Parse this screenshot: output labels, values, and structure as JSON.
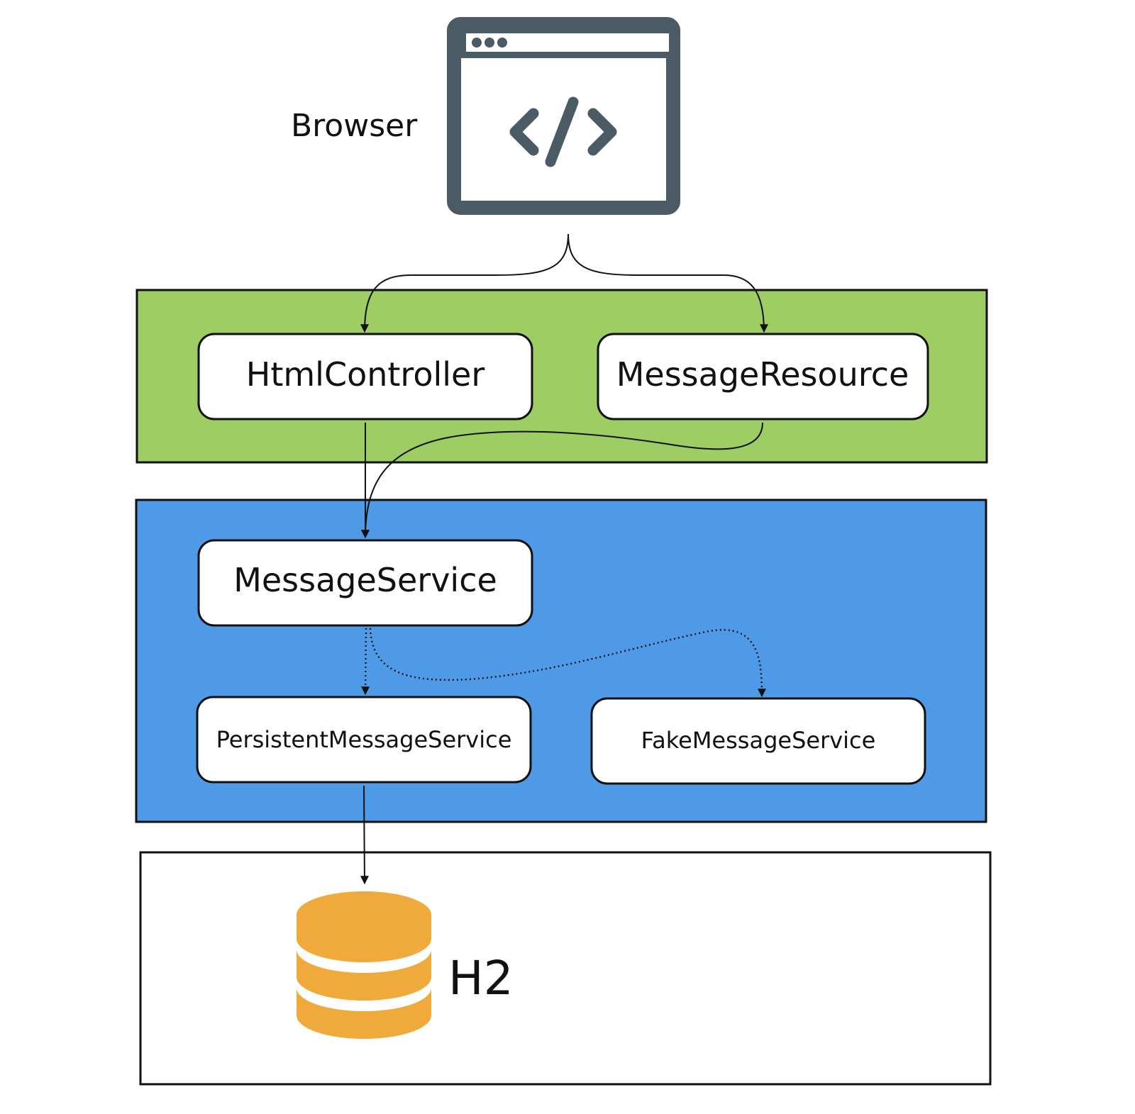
{
  "browser": {
    "label": "Browser",
    "icon": "browser-code-icon"
  },
  "layers": {
    "web": {
      "color": "#9ecd64",
      "components": {
        "html_controller": "HtmlController",
        "message_resource": "MessageResource"
      }
    },
    "service": {
      "color": "#4e9ae6",
      "components": {
        "message_service": "MessageService",
        "persistent_message_service": "PersistentMessageService",
        "fake_message_service": "FakeMessageService"
      }
    },
    "data": {
      "color": "#ffffff",
      "database": {
        "label": "H2",
        "icon": "database-icon",
        "color": "#f0a93b"
      }
    }
  },
  "colors": {
    "icon_stroke": "#4b5b66",
    "line": "#111111",
    "box_fill": "#ffffff"
  }
}
